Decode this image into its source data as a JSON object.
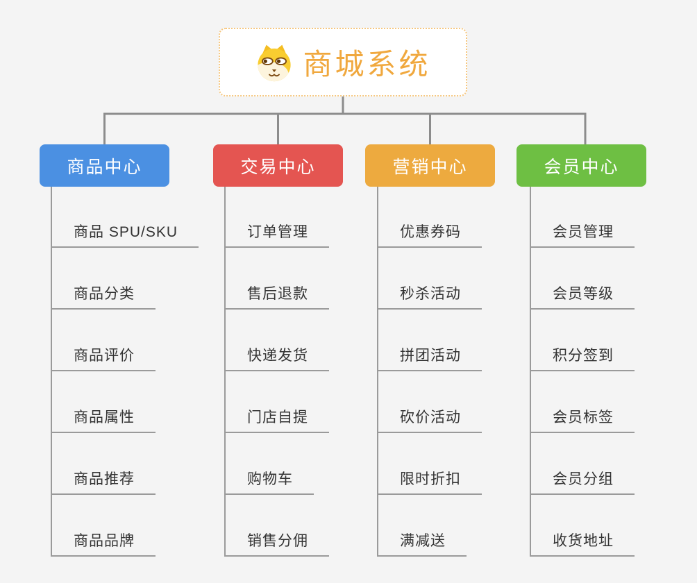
{
  "root": {
    "title": "商城系统",
    "icon": "dog-mascot-icon"
  },
  "colors": {
    "background": "#f4f4f4",
    "root_border": "#f6c77f",
    "root_text": "#f0a83e",
    "connector_line": "#8c8c8c",
    "child_line": "#9a9a9a",
    "item_text": "#333333"
  },
  "branches": [
    {
      "label": "商品中心",
      "color": "#4b90e2",
      "items": [
        "商品 SPU/SKU",
        "商品分类",
        "商品评价",
        "商品属性",
        "商品推荐",
        "商品品牌"
      ]
    },
    {
      "label": "交易中心",
      "color": "#e45551",
      "items": [
        "订单管理",
        "售后退款",
        "快递发货",
        "门店自提",
        "购物车",
        "销售分佣"
      ]
    },
    {
      "label": "营销中心",
      "color": "#edaa3f",
      "items": [
        "优惠券码",
        "秒杀活动",
        "拼团活动",
        "砍价活动",
        "限时折扣",
        "满减送"
      ]
    },
    {
      "label": "会员中心",
      "color": "#6ebf43",
      "items": [
        "会员管理",
        "会员等级",
        "积分签到",
        "会员标签",
        "会员分组",
        "收货地址"
      ]
    }
  ]
}
